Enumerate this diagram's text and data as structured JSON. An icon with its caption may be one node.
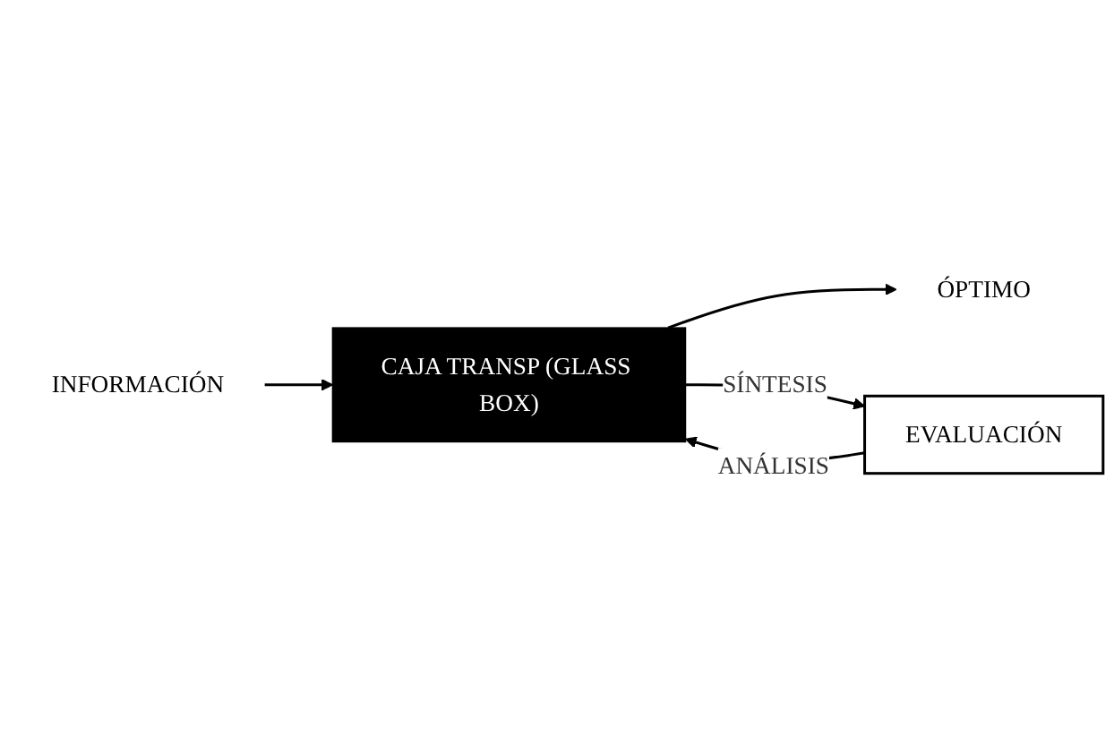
{
  "diagram": {
    "nodes": [
      {
        "text": [
          "INFORMACIÓN"
        ]
      },
      {
        "text": [
          "ÓPTIMO"
        ]
      },
      {
        "text": [
          "CAJA TRANSP (GLASS BOX)"
        ]
      },
      {
        "text": [
          "EVALUACIÓN"
        ]
      }
    ],
    "edges": [
      {
        "from": 0,
        "to": 2,
        "arrow": "to"
      },
      {
        "from": 2,
        "to": 1,
        "arrow": "to"
      },
      {
        "from": 2,
        "to": 3,
        "arrow": "to",
        "label": "SÍNTESIS"
      },
      {
        "from": 3,
        "to": 2,
        "arrow": "to",
        "label": "ANÁLISIS"
      }
    ]
  }
}
